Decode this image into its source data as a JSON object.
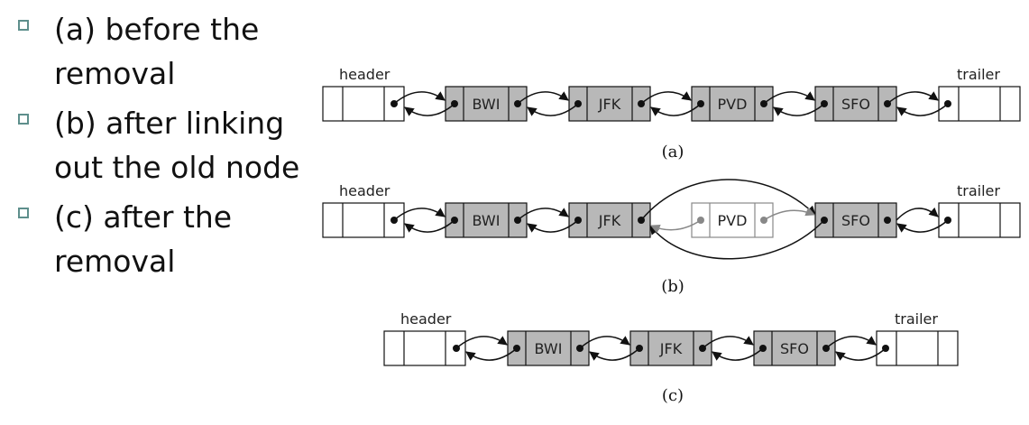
{
  "bullets": [
    {
      "id": "a",
      "text": "(a) before the removal"
    },
    {
      "id": "b",
      "text": "(b) after linking out the old node"
    },
    {
      "id": "c",
      "text": "(c) after the removal"
    }
  ],
  "diagram": {
    "sentinels": {
      "header": "header",
      "trailer": "trailer"
    },
    "panels": [
      {
        "caption": "(a)",
        "nodes": [
          "BWI",
          "JFK",
          "PVD",
          "SFO"
        ]
      },
      {
        "caption": "(b)",
        "nodes": [
          "BWI",
          "JFK",
          "PVD",
          "SFO"
        ],
        "unlinked_node": "PVD"
      },
      {
        "caption": "(c)",
        "nodes": [
          "BWI",
          "JFK",
          "SFO"
        ]
      }
    ]
  },
  "colors": {
    "node_fill": "#b8b8b8",
    "unlinked": "#888888",
    "bullet_marker": "#5e8f8c",
    "text": "#111111"
  }
}
